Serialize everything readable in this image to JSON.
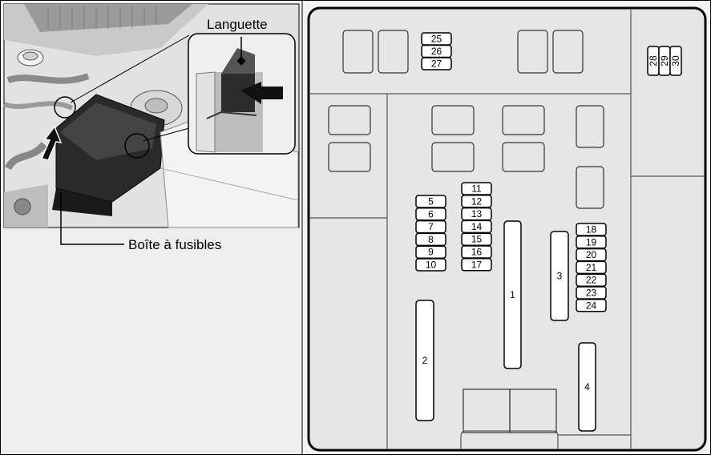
{
  "labels": {
    "tab": "Languette",
    "fuse_box": "Boîte à fusibles"
  },
  "fuses": {
    "top_small": [
      "25",
      "26",
      "27"
    ],
    "top_right_vertical": [
      "28",
      "29",
      "30"
    ],
    "left_column": [
      "5",
      "6",
      "7",
      "8",
      "9",
      "10"
    ],
    "middle_column": [
      "11",
      "12",
      "13",
      "14",
      "15",
      "16",
      "17"
    ],
    "right_column": [
      "18",
      "19",
      "20",
      "21",
      "22",
      "23",
      "24"
    ],
    "large": [
      "1",
      "2",
      "3",
      "4"
    ]
  },
  "colors": {
    "border": "#000000",
    "photo_bg": "#e6e6e6",
    "diagram_bg": "#e6e6e6",
    "fuse_fill": "#ffffff"
  }
}
